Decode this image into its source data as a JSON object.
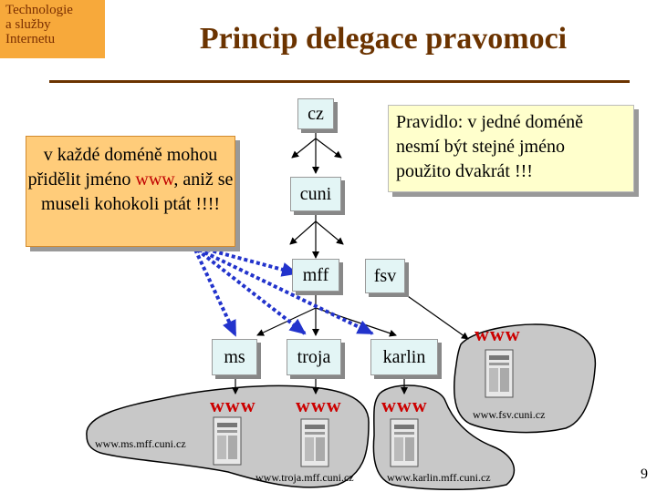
{
  "header": {
    "corner_lines": [
      "Technologie",
      "a služby",
      "Internetu"
    ],
    "title": "Princip delegace pravomoci"
  },
  "tree": {
    "cz": "cz",
    "cuni": "cuni",
    "mff": "mff",
    "fsv": "fsv",
    "ms": "ms",
    "troja": "troja",
    "karlin": "karlin"
  },
  "notes": {
    "left_before": "v každé doméně mohou přidělit jméno ",
    "left_highlight": "www",
    "left_after": ", aniž se museli kohokoli ptát !!!!",
    "right_lines": [
      "Pravidlo: v jedné doméně",
      "nesmí být stejné jméno",
      "použito dvakrát !!!"
    ]
  },
  "servers": [
    {
      "label": "www",
      "host": "www.ms.mff.cuni.cz"
    },
    {
      "label": "www",
      "host": "www.troja.mff.cuni.cz"
    },
    {
      "label": "www",
      "host": "www.karlin.mff.cuni.cz"
    },
    {
      "label": "www",
      "host": "www.fsv.cuni.cz"
    }
  ],
  "footer": {
    "page_number": "9"
  },
  "colors": {
    "title": "#6b3300",
    "corner_bg": "#f7a93b",
    "node_bg": "#e3f5f5",
    "www": "#cc0000",
    "dotted_arrow": "#2233cc",
    "cloud": "#c8c8c8"
  }
}
